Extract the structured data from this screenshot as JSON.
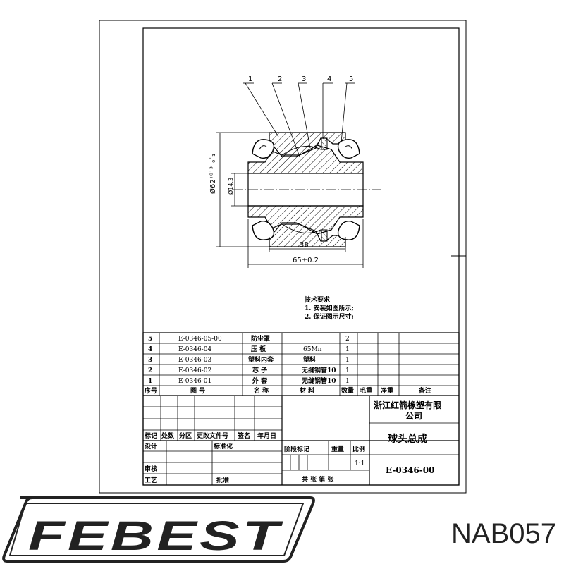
{
  "callouts": [
    "1",
    "2",
    "3",
    "4",
    "5"
  ],
  "dimensions": {
    "outer_diameter": "Ø62⁺⁰˙³₋₀˙₁",
    "bore_diameter": "Ø14.3",
    "inner_length": "38",
    "overall_length": "65±0.2"
  },
  "notes": {
    "title": "技术要求",
    "line1": "1. 安装如图所示;",
    "line2": "2. 保证图示尺寸;"
  },
  "parts": [
    {
      "no": "5",
      "code": "E-0346-05-00",
      "name": "防尘罩",
      "material": "",
      "qty": "2"
    },
    {
      "no": "4",
      "code": "E-0346-04",
      "name": "压 板",
      "material": "65Mn",
      "qty": "1"
    },
    {
      "no": "3",
      "code": "E-0346-03",
      "name": "塑料内套",
      "material": "塑料",
      "qty": "1"
    },
    {
      "no": "2",
      "code": "E-0346-02",
      "name": "芯 子",
      "material": "无缝钢管10",
      "qty": "1"
    },
    {
      "no": "1",
      "code": "E-0346-01",
      "name": "外 套",
      "material": "无缝钢管10",
      "qty": "1"
    }
  ],
  "parts_header": {
    "no": "序号",
    "code": "图 号",
    "name": "名 称",
    "material": "材 料",
    "qty": "数量",
    "weight": "毛重",
    "net": "净重",
    "remark": "备注"
  },
  "title_block": {
    "company": "浙江红箭橡塑有限",
    "company2": "公司",
    "product": "球头总成",
    "drawing_no": "E-0346-00",
    "scale": "1:1",
    "sheets": "共 张 第 张",
    "mark": "标记",
    "count": "处数",
    "zone": "分区",
    "doc": "更改文件号",
    "sign": "签名",
    "date": "年月日",
    "design": "设计",
    "standard": "标准化",
    "stage": "阶段标记",
    "weight": "重量",
    "ratio": "比例",
    "review": "审核",
    "process": "工艺",
    "approve": "批准"
  },
  "brand": "FEBEST",
  "part_number": "NAB057"
}
